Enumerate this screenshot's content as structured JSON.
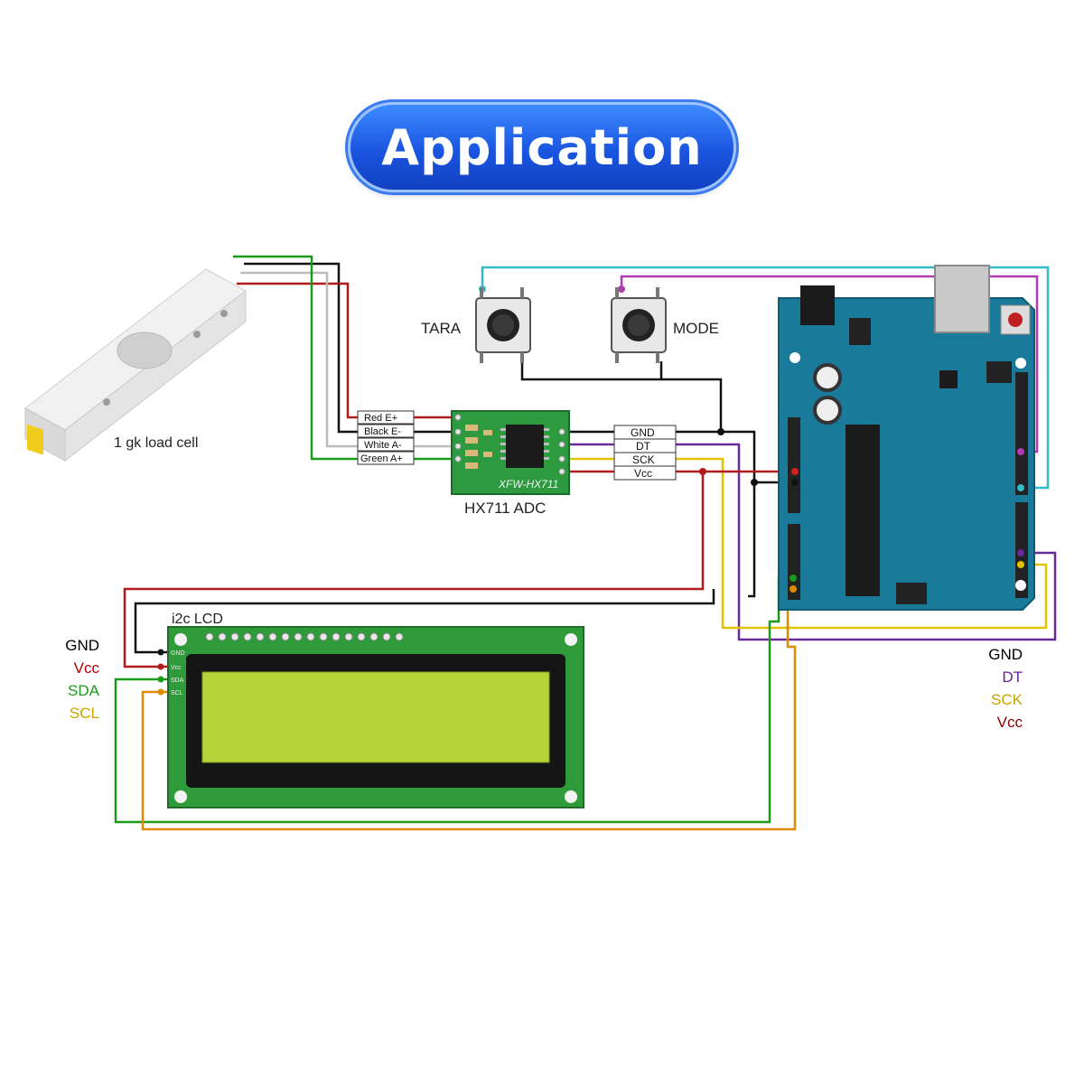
{
  "title": "Application",
  "load_cell": {
    "label": "1 gk load cell"
  },
  "buttons": {
    "tara": "TARA",
    "mode": "MODE"
  },
  "hx711": {
    "label": "HX711 ADC",
    "board_text": "XFW-HX711",
    "left_wires": [
      "Red E+",
      "Black E-",
      "White A-",
      "Green A+"
    ],
    "right_wires": [
      "GND",
      "DT",
      "SCK",
      "Vcc"
    ]
  },
  "lcd": {
    "label": "i2c LCD",
    "pins": [
      "GND",
      "Vcc",
      "SDA",
      "SCL"
    ]
  },
  "legend_left": [
    {
      "text": "GND",
      "color": "#000000"
    },
    {
      "text": "Vcc",
      "color": "#b00000"
    },
    {
      "text": "SDA",
      "color": "#1c9a1c"
    },
    {
      "text": "SCL",
      "color": "#c9a400"
    }
  ],
  "legend_right": [
    {
      "text": "GND",
      "color": "#000000"
    },
    {
      "text": "DT",
      "color": "#6a1f9a"
    },
    {
      "text": "SCK",
      "color": "#c9a400"
    },
    {
      "text": "Vcc",
      "color": "#8a0000"
    }
  ],
  "colors": {
    "black_wire": "#111111",
    "red_wire": "#b11a1a",
    "green_wire": "#1c9a1c",
    "white_wire": "#cfcfcf",
    "yellow_wire": "#e3c200",
    "purple_wire": "#6a2a9a",
    "cyan_wire": "#35b8c8",
    "magenta_wire": "#b03ab0",
    "orange_wire": "#e08a00",
    "arduino_board": "#1a7a9a",
    "lcd_board": "#2f9a3a",
    "lcd_screen": "#b6d33a"
  }
}
